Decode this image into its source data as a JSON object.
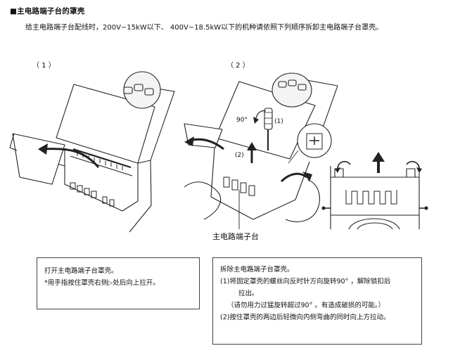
{
  "heading": "■主电路端子台的罩壳",
  "intro": "给主电路端子台配线时，200V−15kW以下、 400V−18.5kW以下的机种请依照下列顺序拆卸主电路端子台罩壳。",
  "steps": {
    "one": "（ 1 ）",
    "two": "（ 2 ）"
  },
  "figure": {
    "angle": "90°",
    "callout_1": "(1)",
    "callout_2": "(2)",
    "caption": "主电路端子台"
  },
  "left_box": {
    "line1": "打开主电路端子台罩壳。",
    "line2_pre": "*用手指按住罩壳右侧",
    "line2_post": "处后向上拉开。"
  },
  "right_box": {
    "title": "拆除主电路端子台罩壳。",
    "line1": "(1)将固定罩壳的螺丝向反时针方向旋转90°  ，解除锁扣后",
    "line1b": "拉出。",
    "line2": "（请勿用力过猛旋转超过90°  。有造成破损的可能。）",
    "line3": "(2)按住罩壳的两边后轻微向内侧弯曲的同时向上方拉动。"
  }
}
